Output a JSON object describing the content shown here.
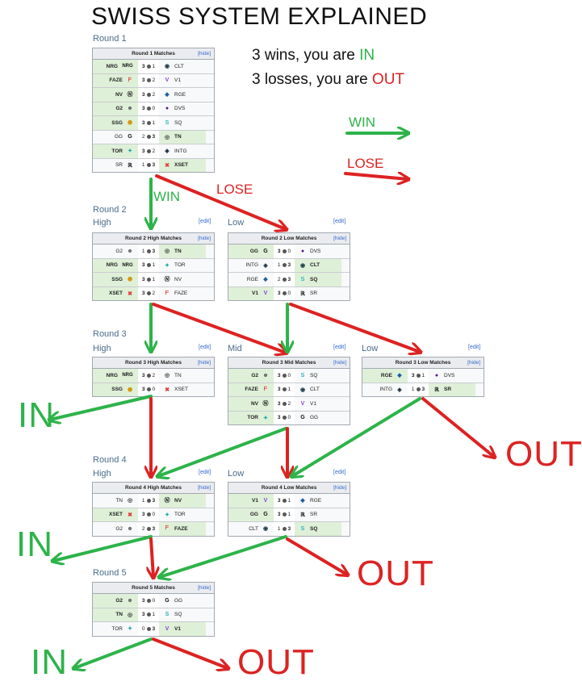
{
  "title": "SWISS SYSTEM EXPLAINED",
  "rules": {
    "line1_pre": "3 wins, you are ",
    "line1_word": "IN",
    "line2_pre": "3 losses, you are ",
    "line2_word": "OUT"
  },
  "legend": {
    "win": "WIN",
    "lose": "LOSE"
  },
  "arrow_labels": {
    "win": "WIN",
    "lose": "LOSE"
  },
  "outcomes": {
    "in": "IN",
    "out": "OUT"
  },
  "edit": "[edit]",
  "hide": "[hide]",
  "colors": {
    "win_green": "#2db34a",
    "lose_red": "#dd2222",
    "win_cell": "#dff0d8"
  },
  "rounds": {
    "r1": {
      "label": "Round 1",
      "tables": {
        "main": {
          "title": "Round 1 Matches",
          "rows": [
            {
              "l": "NRG",
              "ls": "3",
              "rs": "1",
              "r": "CLT",
              "w": "l"
            },
            {
              "l": "FAZE",
              "ls": "3",
              "rs": "2",
              "r": "V1",
              "w": "l"
            },
            {
              "l": "NV",
              "ls": "3",
              "rs": "2",
              "r": "RGE",
              "w": "l"
            },
            {
              "l": "G2",
              "ls": "3",
              "rs": "0",
              "r": "DVS",
              "w": "l"
            },
            {
              "l": "SSG",
              "ls": "3",
              "rs": "1",
              "r": "SQ",
              "w": "l"
            },
            {
              "l": "GG",
              "ls": "2",
              "rs": "3",
              "r": "TN",
              "w": "r"
            },
            {
              "l": "TOR",
              "ls": "3",
              "rs": "2",
              "r": "INTG",
              "w": "l"
            },
            {
              "l": "SR",
              "ls": "1",
              "rs": "3",
              "r": "XSET",
              "w": "r"
            }
          ]
        }
      }
    },
    "r2": {
      "label": "Round 2",
      "high": "High",
      "low": "Low",
      "tables": {
        "high": {
          "title": "Round 2 High Matches",
          "rows": [
            {
              "l": "G2",
              "ls": "1",
              "rs": "3",
              "r": "TN",
              "w": "r"
            },
            {
              "l": "NRG",
              "ls": "3",
              "rs": "1",
              "r": "TOR",
              "w": "l"
            },
            {
              "l": "SSG",
              "ls": "3",
              "rs": "1",
              "r": "NV",
              "w": "l"
            },
            {
              "l": "XSET",
              "ls": "3",
              "rs": "2",
              "r": "FAZE",
              "w": "l"
            }
          ]
        },
        "low": {
          "title": "Round 2 Low Matches",
          "rows": [
            {
              "l": "GG",
              "ls": "3",
              "rs": "0",
              "r": "DVS",
              "w": "l"
            },
            {
              "l": "INTG",
              "ls": "1",
              "rs": "3",
              "r": "CLT",
              "w": "r"
            },
            {
              "l": "RGE",
              "ls": "2",
              "rs": "3",
              "r": "SQ",
              "w": "r"
            },
            {
              "l": "V1",
              "ls": "3",
              "rs": "0",
              "r": "SR",
              "w": "l"
            }
          ]
        }
      }
    },
    "r3": {
      "label": "Round 3",
      "high": "High",
      "mid": "Mid",
      "low": "Low",
      "tables": {
        "high": {
          "title": "Round 3 High Matches",
          "rows": [
            {
              "l": "NRG",
              "ls": "3",
              "rs": "2",
              "r": "TN",
              "w": "l"
            },
            {
              "l": "SSG",
              "ls": "3",
              "rs": "0",
              "r": "XSET",
              "w": "l"
            }
          ]
        },
        "mid": {
          "title": "Round 3 Mid Matches",
          "rows": [
            {
              "l": "G2",
              "ls": "3",
              "rs": "0",
              "r": "SQ",
              "w": "l"
            },
            {
              "l": "FAZE",
              "ls": "3",
              "rs": "1",
              "r": "CLT",
              "w": "l"
            },
            {
              "l": "NV",
              "ls": "3",
              "rs": "2",
              "r": "V1",
              "w": "l"
            },
            {
              "l": "TOR",
              "ls": "3",
              "rs": "0",
              "r": "GG",
              "w": "l"
            }
          ]
        },
        "low": {
          "title": "Round 3 Low Matches",
          "rows": [
            {
              "l": "RGE",
              "ls": "3",
              "rs": "1",
              "r": "DVS",
              "w": "l"
            },
            {
              "l": "INTG",
              "ls": "1",
              "rs": "3",
              "r": "SR",
              "w": "r"
            }
          ]
        }
      }
    },
    "r4": {
      "label": "Round 4",
      "high": "High",
      "low": "Low",
      "tables": {
        "high": {
          "title": "Round 4 High Matches",
          "rows": [
            {
              "l": "TN",
              "ls": "1",
              "rs": "3",
              "r": "NV",
              "w": "r"
            },
            {
              "l": "XSET",
              "ls": "3",
              "rs": "0",
              "r": "TOR",
              "w": "l"
            },
            {
              "l": "G2",
              "ls": "2",
              "rs": "3",
              "r": "FAZE",
              "w": "r"
            }
          ]
        },
        "low": {
          "title": "Round 4 Low Matches",
          "rows": [
            {
              "l": "V1",
              "ls": "3",
              "rs": "1",
              "r": "RGE",
              "w": "l"
            },
            {
              "l": "GG",
              "ls": "3",
              "rs": "1",
              "r": "SR",
              "w": "l"
            },
            {
              "l": "CLT",
              "ls": "1",
              "rs": "3",
              "r": "SQ",
              "w": "r"
            }
          ]
        }
      }
    },
    "r5": {
      "label": "Round 5",
      "tables": {
        "main": {
          "title": "Round 5 Matches",
          "rows": [
            {
              "l": "G2",
              "ls": "3",
              "rs": "0",
              "r": "GG",
              "w": "l"
            },
            {
              "l": "TN",
              "ls": "3",
              "rs": "1",
              "r": "SQ",
              "w": "l"
            },
            {
              "l": "TOR",
              "ls": "0",
              "rs": "3",
              "r": "V1",
              "w": "r"
            }
          ]
        }
      }
    }
  },
  "team_logos": {
    "NRG": {
      "glyph": "NRG",
      "color": "#111"
    },
    "CLT": {
      "glyph": "◉",
      "color": "#1a3a4a"
    },
    "FAZE": {
      "glyph": "ᖴ",
      "color": "#e43b3b"
    },
    "V1": {
      "glyph": "V",
      "color": "#8b3fd8"
    },
    "NV": {
      "glyph": "Ⓝ",
      "color": "#111"
    },
    "RGE": {
      "glyph": "◆",
      "color": "#1b5fa3"
    },
    "G2": {
      "glyph": "☻",
      "color": "#666"
    },
    "DVS": {
      "glyph": "●",
      "color": "#5b1a8a"
    },
    "SSG": {
      "glyph": "⬣",
      "color": "#d59a13"
    },
    "SQ": {
      "glyph": "S",
      "color": "#2bb3c0"
    },
    "GG": {
      "glyph": "G",
      "color": "#111"
    },
    "TN": {
      "glyph": "◎",
      "color": "#333"
    },
    "TOR": {
      "glyph": "✦",
      "color": "#17a8a8"
    },
    "INTG": {
      "glyph": "◈",
      "color": "#1a2a3a"
    },
    "SR": {
      "glyph": "ℝ",
      "color": "#111"
    },
    "XSET": {
      "glyph": "✖",
      "color": "#e43b3b"
    }
  }
}
